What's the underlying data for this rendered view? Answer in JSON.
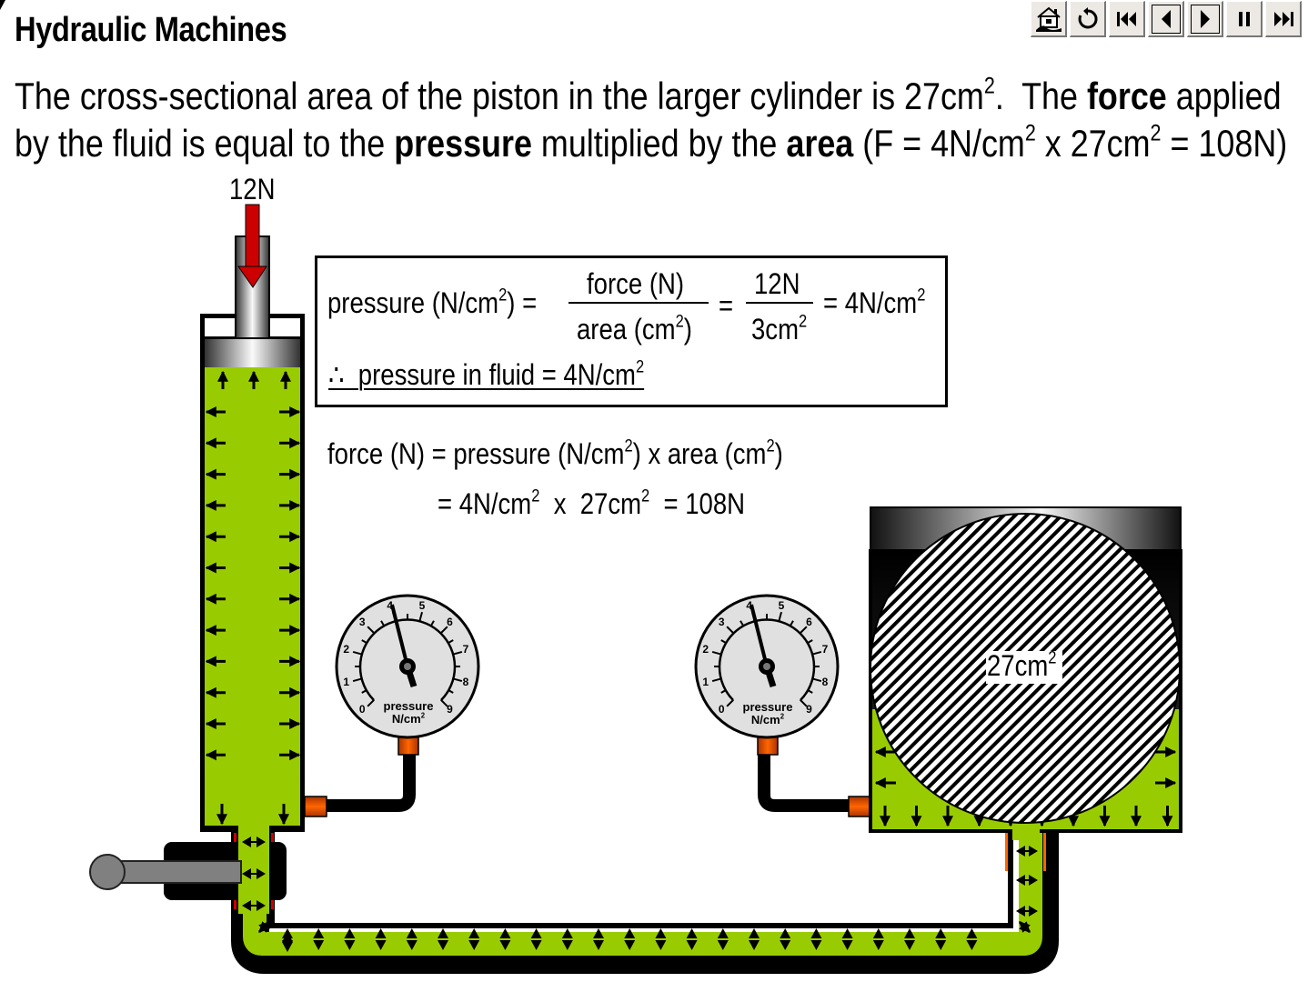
{
  "header": {
    "title": "Hydraulic Machines",
    "paragraph": {
      "line1_a": "The cross-sectional area of the piston in the larger cylinder is 27cm",
      "line1_sup": "2",
      "line1_b": ".  The ",
      "line1_bold": "force",
      "line1_c": " applied",
      "line2_a": "by the fluid is equal to the ",
      "line2_bold1": "pressure",
      "line2_b": " multiplied by the ",
      "line2_bold2": "area",
      "line2_c": " (F = 4N/cm",
      "line2_sup1": "2",
      "line2_d": " x 27cm",
      "line2_sup2": "2",
      "line2_e": " = 108N)"
    }
  },
  "toolbar": {
    "buttons": [
      {
        "name": "home",
        "icon": "home-icon"
      },
      {
        "name": "replay",
        "icon": "replay-icon",
        "glyph": "↻"
      },
      {
        "name": "first",
        "icon": "skip-to-start-icon"
      },
      {
        "name": "previous",
        "icon": "step-back-icon"
      },
      {
        "name": "next",
        "icon": "step-forward-icon"
      },
      {
        "name": "pause",
        "icon": "pause-icon"
      },
      {
        "name": "last",
        "icon": "skip-to-end-icon"
      }
    ]
  },
  "diagram": {
    "input_force_label": "12N",
    "large_piston_area_label": "27cm",
    "large_piston_area_sup": "2",
    "colors": {
      "fluid": "#99cc00",
      "arrow_force": "#cc0000",
      "fitting": "#ff6600",
      "seal": "#cc0000",
      "gauge_face": "#e0e0e0",
      "lever": "#808080"
    },
    "gauges": [
      {
        "id": "left",
        "ticks": [
          "0",
          "1",
          "2",
          "3",
          "4",
          "5",
          "6",
          "7",
          "8",
          "9"
        ],
        "reading": 4,
        "label_line1": "pressure",
        "label_line2": "N/cm",
        "label_sup": "2"
      },
      {
        "id": "right",
        "ticks": [
          "0",
          "1",
          "2",
          "3",
          "4",
          "5",
          "6",
          "7",
          "8",
          "9"
        ],
        "reading": 4,
        "label_line1": "pressure",
        "label_line2": "N/cm",
        "label_sup": "2"
      }
    ]
  },
  "equation_box": {
    "lhs": "pressure (N/cm",
    "lhs_sup": "2",
    "lhs_end": ") =",
    "num1": "force (N)",
    "den1": "area (cm",
    "den1_sup": "2",
    "den1_end": ")",
    "eq2": "=",
    "num2": "12N",
    "den2": "3cm",
    "den2_sup": "2",
    "result": "= 4N/cm",
    "result_sup": "2",
    "conclusion": "∴  pressure in fluid = 4N/cm",
    "conclusion_sup": "2"
  },
  "force_equation": {
    "line1_a": "force (N) = pressure (N/cm",
    "line1_sup1": "2",
    "line1_b": ") x area (cm",
    "line1_sup2": "2",
    "line1_c": ")",
    "line2_a": "= 4N/cm",
    "line2_sup1": "2",
    "line2_b": "  x  27cm",
    "line2_sup2": "2",
    "line2_c": "  = 108N"
  }
}
